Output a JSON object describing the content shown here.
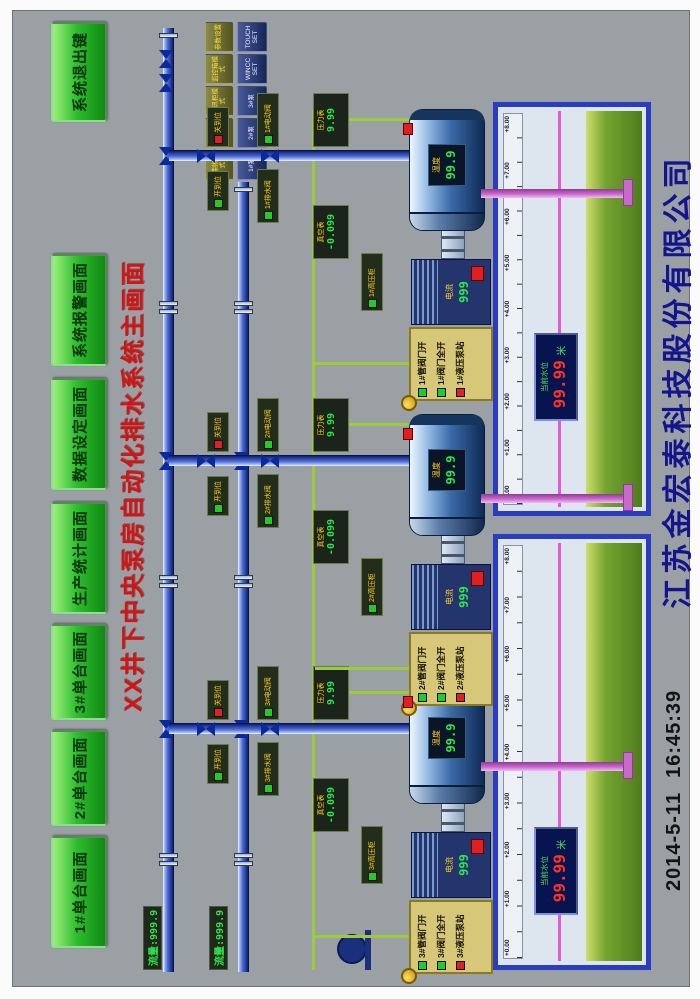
{
  "colors": {
    "screen_bg": "#9aa0a4",
    "nav_green": "#2fbe2f",
    "title_red": "#cf1616",
    "pipe_blue": "#2a44b8",
    "suction_pink": "#c869cc",
    "water_green": "#74a430",
    "digit_green": "#2ce84a",
    "digit_red": "#ff3228",
    "company_blue": "#14148c"
  },
  "nav": {
    "buttons": [
      "1#单台画面",
      "2#单台画面",
      "3#单台画面",
      "生产统计画面",
      "数据设定画面",
      "系统报警画面"
    ],
    "exit": "系统退出键"
  },
  "title": "XX井下中央泵房自动化排水系统主画面",
  "mode": {
    "row1": [
      "控制柜模式",
      "变频器模式",
      "通讯柜模式",
      "监控箱模式",
      "参数设置"
    ],
    "row2": [
      "1#泵",
      "2#泵",
      "3#泵",
      "WINCC SET",
      "TOUCH SET"
    ]
  },
  "mains": {
    "flow1_label": "流量",
    "flow1_value": "999.9",
    "flow2_label": "流量",
    "flow2_value": "999.9"
  },
  "pumps": [
    {
      "id": "3#",
      "open": "开到位",
      "close": "关到位",
      "drain_valve": "3#排水阀",
      "electric_valve": "3#电动阀",
      "vacuum_label": "真空表",
      "vacuum_value": "-0.099",
      "pressure_label": "压力表",
      "pressure_value": "9.99",
      "cabinet": "3#高压柜",
      "temp_label": "温度",
      "temp_value": "99.9",
      "current_label": "电流",
      "current_value": "999",
      "panel": [
        "3#管阀门开",
        "3#阀门全开",
        "3#液压泵站"
      ]
    },
    {
      "id": "2#",
      "open": "开到位",
      "close": "关到位",
      "drain_valve": "2#排水阀",
      "electric_valve": "2#电动阀",
      "vacuum_label": "真空表",
      "vacuum_value": "-0.099",
      "pressure_label": "压力表",
      "pressure_value": "9.99",
      "cabinet": "2#高压柜",
      "temp_label": "温度",
      "temp_value": "99.9",
      "current_label": "电流",
      "current_value": "999",
      "panel": [
        "2#管阀门开",
        "2#阀门全开",
        "2#液压泵站"
      ]
    },
    {
      "id": "1#",
      "open": "开到位",
      "close": "关到位",
      "drain_valve": "1#排水阀",
      "electric_valve": "1#电动阀",
      "vacuum_label": "真空表",
      "vacuum_value": "-0.099",
      "pressure_label": "压力表",
      "pressure_value": "9.99",
      "cabinet": "1#高压柜",
      "temp_label": "温度",
      "temp_value": "99.9",
      "current_label": "电流",
      "current_value": "999",
      "panel": [
        "1#管阀门开",
        "1#阀门全开",
        "1#液压泵站"
      ]
    }
  ],
  "sumps": [
    {
      "scale": [
        "+0.00",
        "+1.00",
        "+2.00",
        "+3.00",
        "+4.00",
        "+5.00",
        "+6.00",
        "+7.00",
        "+8.00"
      ],
      "level_label": "当前水位",
      "level_value": "99.99",
      "level_unit": "米"
    },
    {
      "scale": [
        "+0.00",
        "+1.00",
        "+2.00",
        "+3.00",
        "+4.00",
        "+5.00",
        "+6.00",
        "+7.00",
        "+8.00"
      ],
      "level_label": "当前水位",
      "level_value": "99.99",
      "level_unit": "米"
    }
  ],
  "footer": {
    "date": "2014-5-11",
    "time": "16:45:39",
    "company": "江苏金宏泰科技股份有限公司"
  }
}
